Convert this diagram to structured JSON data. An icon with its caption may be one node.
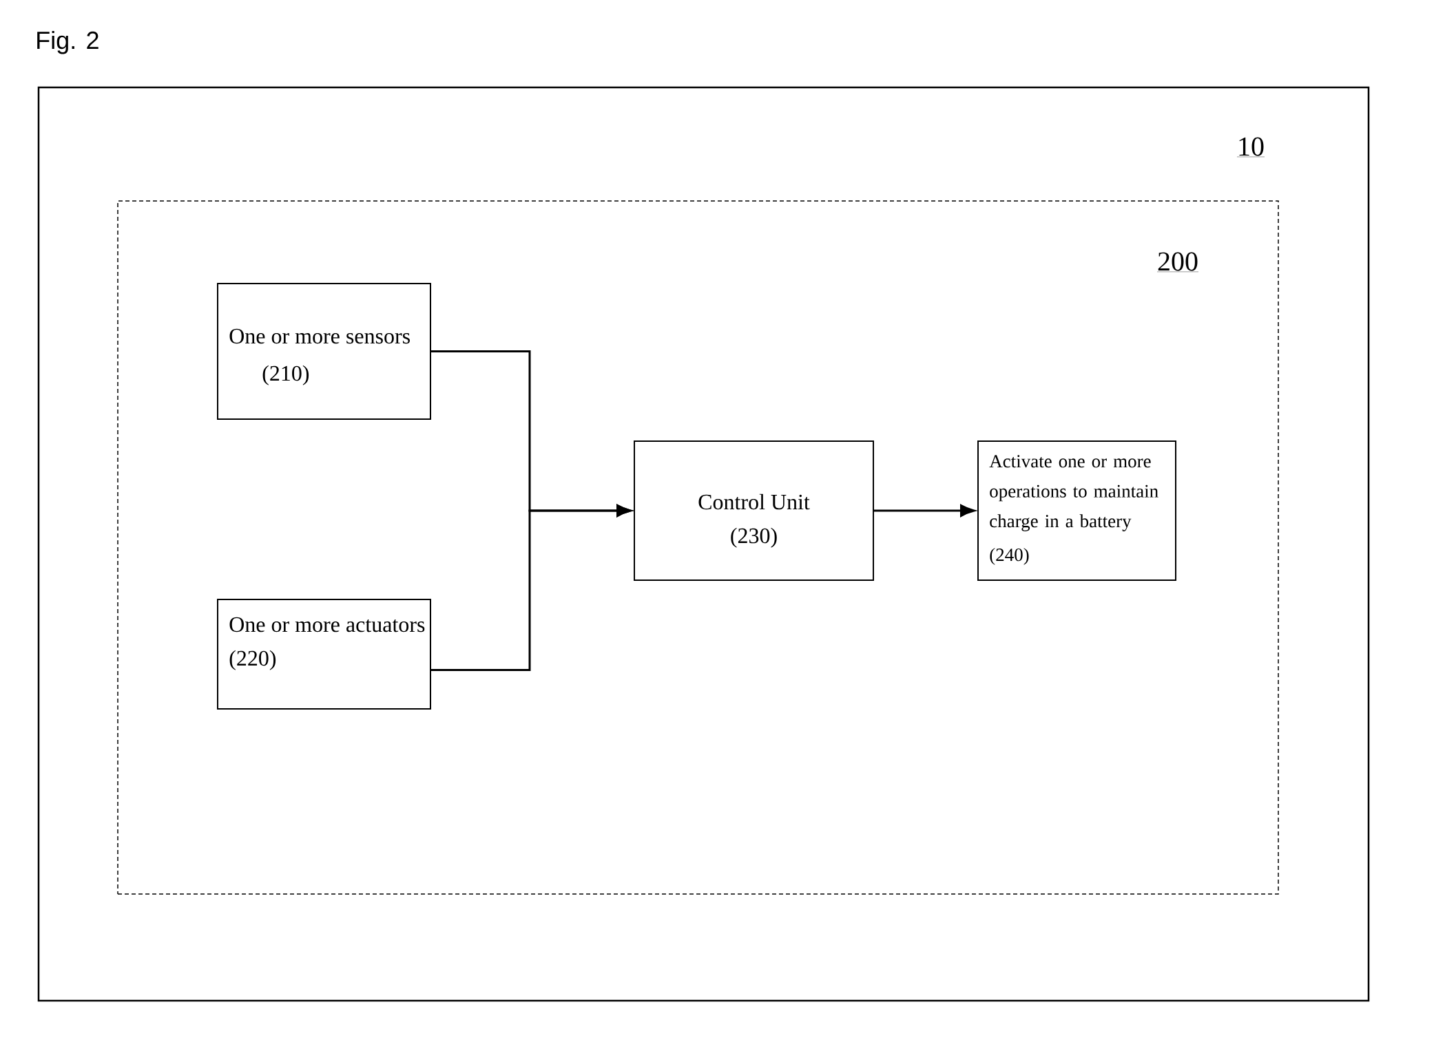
{
  "diagram": {
    "title": "Fig. 2",
    "nodes": [
      {
        "text": [
          "10"
        ]
      },
      {
        "text": [
          "200"
        ],
        "in": 0
      },
      {
        "text": [
          "One or more sensors",
          "(210)"
        ],
        "in": 1
      },
      {
        "text": [
          "One or more actuators",
          "(220)"
        ],
        "in": 1
      },
      {
        "text": [
          "Control Unit",
          "(230)"
        ],
        "in": 1
      },
      {
        "text": [
          "Activate one or more operations to maintain charge in a battery",
          "(240)"
        ],
        "in": 1
      }
    ],
    "edges": [
      {
        "from": 2,
        "to": 4,
        "arrow": "to"
      },
      {
        "from": 3,
        "to": 4,
        "arrow": "to"
      },
      {
        "from": 4,
        "to": 5,
        "arrow": "to"
      }
    ]
  }
}
